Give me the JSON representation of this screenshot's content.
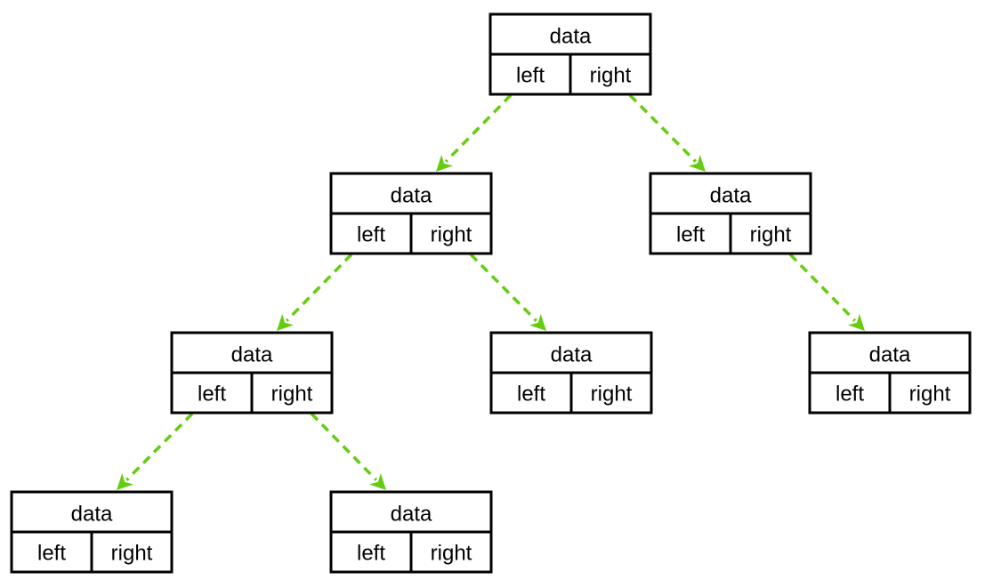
{
  "diagram": {
    "type": "binary-tree",
    "edge_color": "#66cc11",
    "edge_style": "dashed-arrow",
    "nodes": [
      {
        "id": "n1",
        "data": "data",
        "left": "left",
        "right": "right"
      },
      {
        "id": "n2",
        "data": "data",
        "left": "left",
        "right": "right"
      },
      {
        "id": "n3",
        "data": "data",
        "left": "left",
        "right": "right"
      },
      {
        "id": "n4",
        "data": "data",
        "left": "left",
        "right": "right"
      },
      {
        "id": "n5",
        "data": "data",
        "left": "left",
        "right": "right"
      },
      {
        "id": "n6",
        "data": "data",
        "left": "left",
        "right": "right"
      },
      {
        "id": "n7",
        "data": "data",
        "left": "left",
        "right": "right"
      },
      {
        "id": "n8",
        "data": "data",
        "left": "left",
        "right": "right"
      }
    ],
    "edges": [
      {
        "from": "n1",
        "port": "left",
        "to": "n2"
      },
      {
        "from": "n1",
        "port": "right",
        "to": "n3"
      },
      {
        "from": "n2",
        "port": "left",
        "to": "n4"
      },
      {
        "from": "n2",
        "port": "right",
        "to": "n5"
      },
      {
        "from": "n3",
        "port": "right",
        "to": "n6"
      },
      {
        "from": "n4",
        "port": "left",
        "to": "n7"
      },
      {
        "from": "n4",
        "port": "right",
        "to": "n8"
      }
    ]
  }
}
